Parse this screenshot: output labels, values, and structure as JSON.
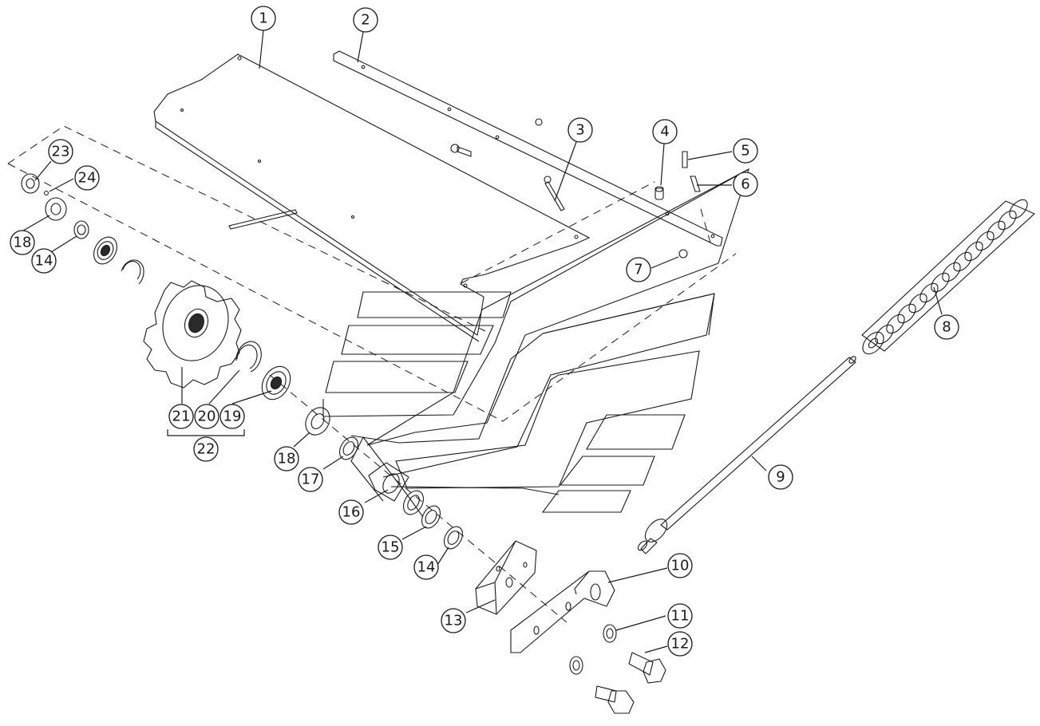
{
  "callouts": {
    "c1": "1",
    "c2": "2",
    "c3": "3",
    "c4": "4",
    "c5": "5",
    "c6": "6",
    "c7": "7",
    "c8": "8",
    "c9": "9",
    "c10": "10",
    "c11": "11",
    "c12": "12",
    "c13": "13",
    "c14a": "14",
    "c14b": "14",
    "c15": "15",
    "c16": "16",
    "c17": "17",
    "c18a": "18",
    "c18b": "18",
    "c19": "19",
    "c20": "20",
    "c21": "21",
    "c22": "22",
    "c23": "23",
    "c24": "24"
  },
  "colors": {
    "line": "#1a1a1a",
    "background": "#ffffff"
  }
}
